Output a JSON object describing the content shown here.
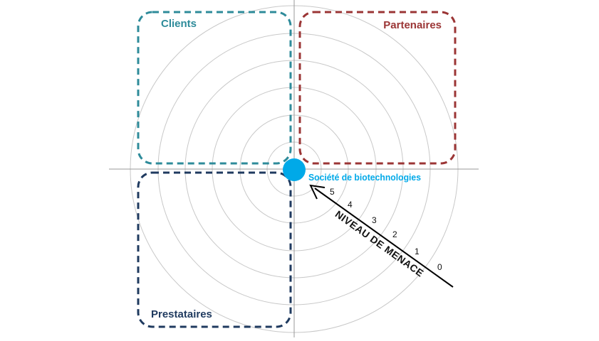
{
  "quadrants": {
    "clients": {
      "label": "Clients",
      "color": "#2e8b9a"
    },
    "partners": {
      "label": "Partenaires",
      "color": "#9b3535"
    },
    "providers": {
      "label": "Prestataires",
      "color": "#1f3a5f"
    }
  },
  "center": {
    "label": "Société de biotechnologies",
    "color": "#00a9e8"
  },
  "threat_axis": {
    "title": "NIVEAU DE MENACE",
    "levels": [
      "5",
      "4",
      "3",
      "2",
      "1",
      "0"
    ]
  },
  "colors": {
    "rings": "#c8c8c8",
    "axes": "#999999",
    "arrow": "#000000"
  }
}
